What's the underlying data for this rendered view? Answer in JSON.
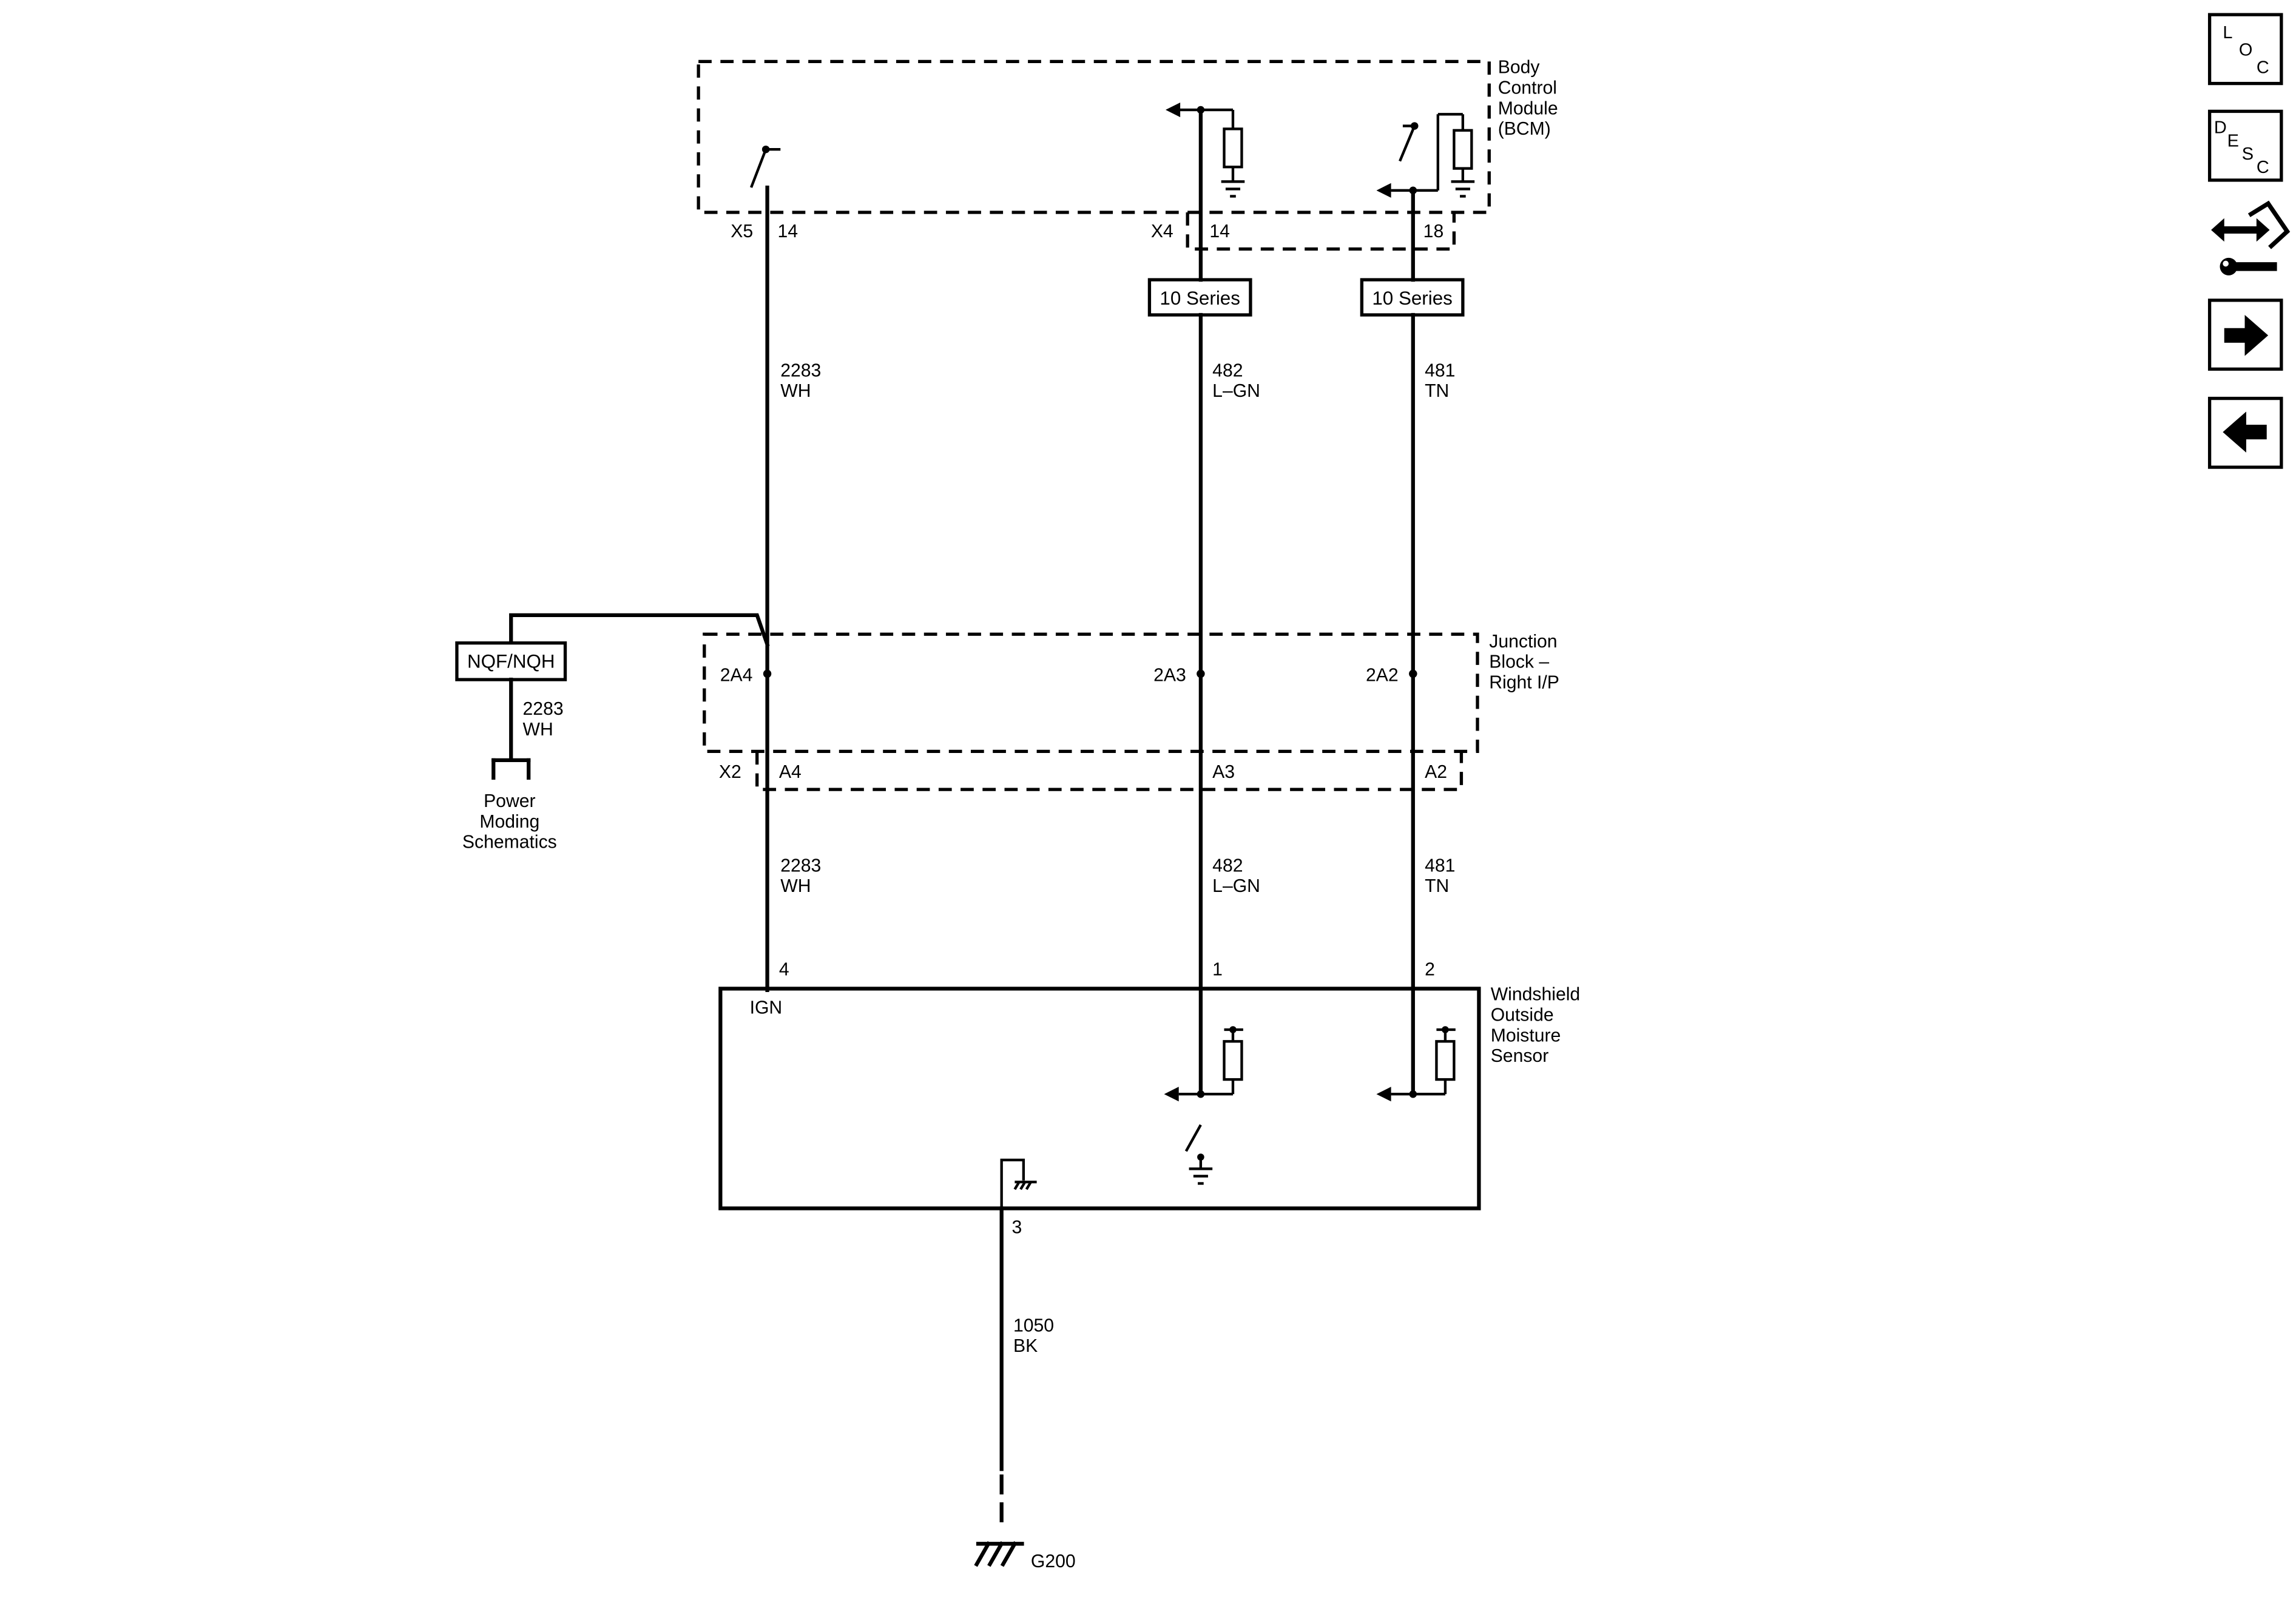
{
  "modules": {
    "bcm": {
      "label_lines": [
        "Body",
        "Control",
        "Module",
        "(BCM)"
      ]
    },
    "junction_block": {
      "label_lines": [
        "Junction",
        "Block –",
        "Right I/P"
      ]
    },
    "moisture_sensor": {
      "label_lines": [
        "Windshield",
        "Outside",
        "Moisture",
        "Sensor"
      ],
      "ign_label": "IGN"
    }
  },
  "bcm_pins": {
    "x5_connector": "X5",
    "x5_pin": "14",
    "x4_connector": "X4",
    "x4_pin": "14",
    "x4_pin_b": "18"
  },
  "series_boxes": [
    "10 Series",
    "10 Series"
  ],
  "circuits": {
    "c2283": {
      "number": "2283",
      "color": "WH"
    },
    "c482": {
      "number": "482",
      "color": "L–GN"
    },
    "c481": {
      "number": "481",
      "color": "TN"
    },
    "c1050": {
      "number": "1050",
      "color": "BK"
    }
  },
  "junction_pins": {
    "top": [
      "2A4",
      "2A3",
      "2A2"
    ],
    "bottom_connector": "X2",
    "bottom": [
      "A4",
      "A3",
      "A2"
    ]
  },
  "sensor_pins": [
    "4",
    "1",
    "2",
    "3"
  ],
  "option_box": "NQF/NQH",
  "power_moding": {
    "circuit_number": "2283",
    "circuit_color": "WH",
    "label_lines": [
      "Power",
      "Moding",
      "Schematics"
    ]
  },
  "ground": "G200",
  "toolbar": {
    "loc": [
      "L",
      "O",
      "C"
    ],
    "desc": [
      "D",
      "E",
      "S",
      "C"
    ],
    "icons": [
      "connector-tool-icon",
      "arrow-right-icon",
      "arrow-left-icon"
    ]
  }
}
